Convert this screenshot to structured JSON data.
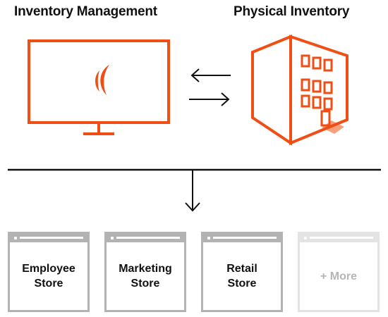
{
  "headings": {
    "left": "Inventory Management",
    "right": "Physical Inventory"
  },
  "colors": {
    "accent": "#f04e14",
    "accent_light": "#f8a07c",
    "line": "#111111",
    "card_border": "#b3b3b3",
    "card_faded": "#e3e3e3"
  },
  "icons": {
    "left": "monitor-icon",
    "right": "building-icon"
  },
  "stores": [
    {
      "label": "Employee\nStore",
      "faded": false
    },
    {
      "label": "Marketing\nStore",
      "faded": false
    },
    {
      "label": "Retail\nStore",
      "faded": false
    },
    {
      "label": "+ More",
      "faded": true
    }
  ]
}
